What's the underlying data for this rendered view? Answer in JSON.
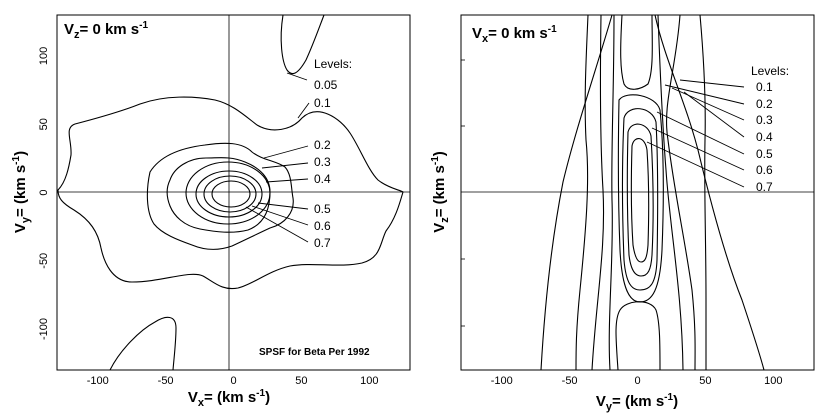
{
  "chart_data": [
    {
      "type": "contour",
      "title_main": "V",
      "title_sub": "z",
      "title_rest": "= 0 km s",
      "title_exp": "-1",
      "xlabel_main": "V",
      "xlabel_sub": "x",
      "xlabel_rest": "= (km s",
      "xlabel_exp": "-1",
      "xlabel_close": ")",
      "ylabel_main": "V",
      "ylabel_sub": "y",
      "ylabel_rest": "= (km s",
      "ylabel_exp": "-1",
      "ylabel_close": ")",
      "xlim": [
        -130,
        130
      ],
      "ylim": [
        -130,
        130
      ],
      "xticks": [
        "-100",
        "-50",
        "0",
        "50",
        "100"
      ],
      "yticks": [
        "100",
        "50",
        "0",
        "-50",
        "-100"
      ],
      "levels_title": "Levels:",
      "levels": [
        "0.05",
        "0.1",
        "0.2",
        "0.3",
        "0.4",
        "0.5",
        "0.6",
        "0.7"
      ],
      "annotation": "SPSF for Beta Per 1992"
    },
    {
      "type": "contour",
      "title_main": "V",
      "title_sub": "x",
      "title_rest": "= 0 km s",
      "title_exp": "-1",
      "xlabel_main": "V",
      "xlabel_sub": "y",
      "xlabel_rest": "= (km s",
      "xlabel_exp": "-1",
      "xlabel_close": ")",
      "ylabel_main": "V",
      "ylabel_sub": "z",
      "ylabel_rest": "= (km s",
      "ylabel_exp": "-1",
      "ylabel_close": ")",
      "xlim": [
        -130,
        130
      ],
      "ylim": [
        -130,
        130
      ],
      "xticks": [
        "-100",
        "-50",
        "0",
        "50",
        "100"
      ],
      "levels_title": "Levels:",
      "levels": [
        "0.1",
        "0.2",
        "0.3",
        "0.4",
        "0.5",
        "0.6",
        "0.7"
      ]
    }
  ]
}
